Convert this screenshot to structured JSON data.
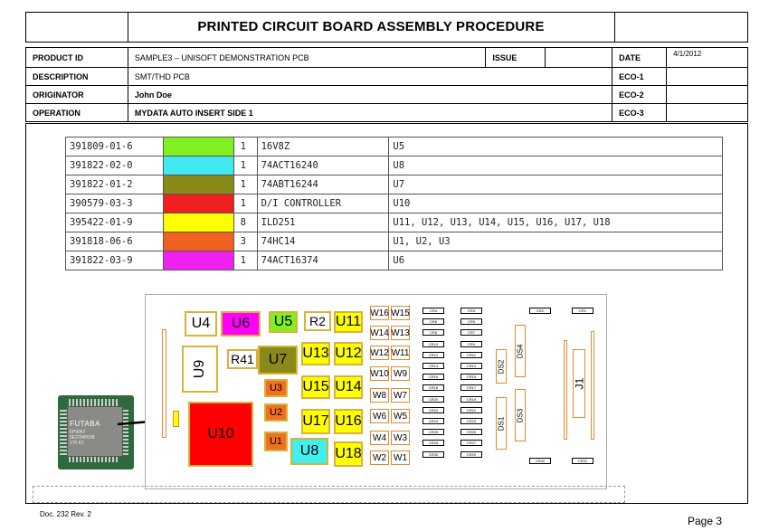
{
  "header": {
    "title": "PRINTED CIRCUIT BOARD ASSEMBLY PROCEDURE"
  },
  "meta": {
    "product_id_label": "PRODUCT ID",
    "product_id_value": "SAMPLE3 – UNISOFT DEMONSTRATION PCB",
    "issue_label": "ISSUE",
    "date_label": "DATE",
    "date_value": "4/1/2012",
    "description_label": "DESCRIPTION",
    "description_value": "SMT/THD PCB",
    "eco1_label": "ECO-1",
    "originator_label": "ORIGINATOR",
    "originator_value": "John Doe",
    "eco2_label": "ECO-2",
    "operation_label": "OPERATION",
    "operation_value": "MYDATA AUTO INSERT SIDE 1",
    "eco3_label": "ECO-3"
  },
  "parts": [
    {
      "pn": "391809-01-6",
      "color": "#80f020",
      "qty": "1",
      "desc": "16V8Z",
      "refs": "U5"
    },
    {
      "pn": "391822-02-0",
      "color": "#40e8f0",
      "qty": "1",
      "desc": "74ACT16240",
      "refs": "U8"
    },
    {
      "pn": "391822-01-2",
      "color": "#8a8a1a",
      "qty": "1",
      "desc": "74ABT16244",
      "refs": "U7"
    },
    {
      "pn": "390579-03-3",
      "color": "#f02020",
      "qty": "1",
      "desc": "D/I CONTROLLER",
      "refs": "U10"
    },
    {
      "pn": "395422-01-9",
      "color": "#ffff00",
      "qty": "8",
      "desc": "ILD251",
      "refs": "U11, U12, U13, U14, U15, U16, U17, U18"
    },
    {
      "pn": "391818-06-6",
      "color": "#f06020",
      "qty": "3",
      "desc": "74HC14",
      "refs": "U1, U2, U3"
    },
    {
      "pn": "391822-03-9",
      "color": "#f020f0",
      "qty": "1",
      "desc": "74ACT16374",
      "refs": "U6"
    }
  ],
  "board": {
    "components": {
      "u4": "U4",
      "u6": "U6",
      "u5": "U5",
      "r2": "R2",
      "u11": "U11",
      "u9": "U9",
      "r41": "R41",
      "u7": "U7",
      "u13": "U13",
      "u12": "U12",
      "u3": "U3",
      "u15": "U15",
      "u14": "U14",
      "u10": "U10",
      "u2": "U2",
      "u17": "U17",
      "u16": "U16",
      "u1": "U1",
      "u8": "U8",
      "u18": "U18",
      "w16": "W16",
      "w15": "W15",
      "w14": "W14",
      "w13": "W13",
      "w12": "W12",
      "w11": "W11",
      "w10": "W10",
      "w9": "W9",
      "w8": "W8",
      "w7": "W7",
      "w6": "W6",
      "w5": "W5",
      "w4": "W4",
      "w3": "W3",
      "w2": "W2",
      "w1": "W1",
      "ds1": "DS1",
      "ds2": "DS2",
      "ds3": "DS3",
      "ds4": "DS4",
      "j1": "J1"
    },
    "cr_col1": [
      "CR4",
      "CR6",
      "CR8",
      "CR10",
      "CR12",
      "CR14",
      "CR16",
      "CR18",
      "CR20",
      "CR22",
      "CR24",
      "CR26",
      "CR28",
      "CR30"
    ],
    "cr_col2": [
      "CR3",
      "CR5",
      "CR7",
      "CR9",
      "CR11",
      "CR13",
      "CR15",
      "CR17",
      "CR19",
      "CR21",
      "CR23",
      "CR25",
      "CR27",
      "CR29"
    ],
    "cr_top": [
      "CR2",
      "CR1"
    ],
    "cr_bottom": [
      "CR32",
      "CR31"
    ]
  },
  "chip": {
    "brand": "FUTABA",
    "code_line1": "FP9067",
    "code_line2": "0E27MP008",
    "code_line3": "170 K1"
  },
  "footer": {
    "doc": "Doc. 232 Rev. 2",
    "page": "Page 3"
  },
  "colors": {
    "u10": "#ff0000",
    "u6": "#ff00ff",
    "u5": "#80f020",
    "u7": "#8a8a1a",
    "u8": "#40f0f0",
    "yellow": "#ffff00",
    "orange": "#f07020",
    "pad_border": "#e08a2b"
  }
}
